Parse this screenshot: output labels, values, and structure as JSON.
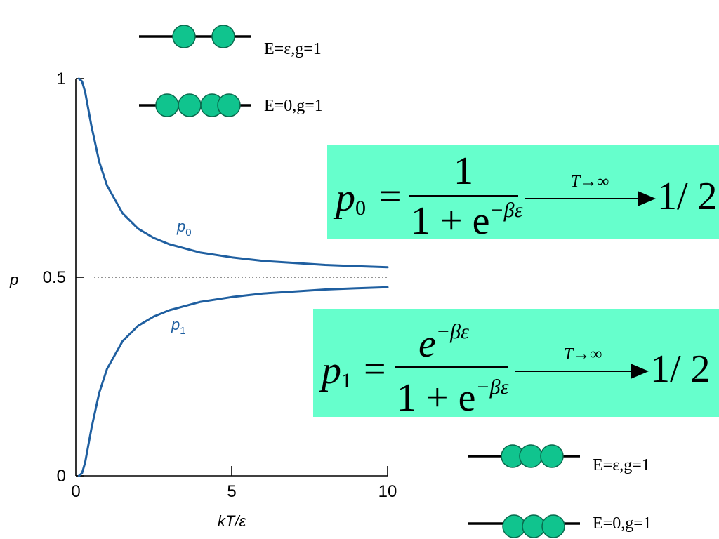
{
  "chart_data": {
    "type": "line",
    "title": "",
    "xlabel": "kT/ε",
    "ylabel": "p",
    "xlim": [
      0,
      10
    ],
    "ylim": [
      0,
      1
    ],
    "x_ticks": [
      0,
      5,
      10
    ],
    "y_ticks": [
      0,
      0.5,
      1
    ],
    "reference_line": {
      "y": 0.5,
      "style": "dotted"
    },
    "grid": false,
    "series": [
      {
        "name": "p0",
        "color": "#1f5fa0",
        "x": [
          0.1,
          0.2,
          0.3,
          0.5,
          0.75,
          1.0,
          1.5,
          2.0,
          2.5,
          3.0,
          4.0,
          5.0,
          6.0,
          7.0,
          8.0,
          9.0,
          10.0
        ],
        "y": [
          1.0,
          0.993,
          0.966,
          0.881,
          0.791,
          0.731,
          0.661,
          0.622,
          0.599,
          0.583,
          0.562,
          0.55,
          0.541,
          0.536,
          0.531,
          0.528,
          0.525
        ]
      },
      {
        "name": "p1",
        "color": "#1f5fa0",
        "x": [
          0.1,
          0.2,
          0.3,
          0.5,
          0.75,
          1.0,
          1.5,
          2.0,
          2.5,
          3.0,
          4.0,
          5.0,
          6.0,
          7.0,
          8.0,
          9.0,
          10.0
        ],
        "y": [
          0.0,
          0.007,
          0.034,
          0.119,
          0.209,
          0.269,
          0.339,
          0.378,
          0.401,
          0.417,
          0.438,
          0.45,
          0.459,
          0.464,
          0.469,
          0.472,
          0.475
        ]
      }
    ]
  },
  "curve_labels": {
    "p0": "p",
    "p0_sub": "0",
    "p1": "p",
    "p1_sub": "1"
  },
  "states_top": [
    {
      "label": "E=ε,g=1",
      "beads": 2
    },
    {
      "label": "E=0,g=1",
      "beads": 4
    }
  ],
  "states_bottom": [
    {
      "label": "E=ε,g=1",
      "beads": 3
    },
    {
      "label": "E=0,g=1",
      "beads": 3
    }
  ],
  "colors": {
    "bead": "#10c48e",
    "equation_box": "#66ffcc",
    "curve": "#1f5fa0"
  },
  "equation_p0": {
    "lhs": "p",
    "lhs_sub": "0",
    "equals": "=",
    "numerator": "1",
    "denominator_base": "1 + e",
    "denominator_exp": "−βε",
    "arrow_label": "T→∞",
    "limit": "1/ 2"
  },
  "equation_p1": {
    "lhs": "p",
    "lhs_sub": "1",
    "equals": "=",
    "numerator_base": "e",
    "numerator_exp": "−βε",
    "denominator_base": "1 + e",
    "denominator_exp": "−βε",
    "arrow_label": "T→∞",
    "limit": "1/ 2"
  }
}
